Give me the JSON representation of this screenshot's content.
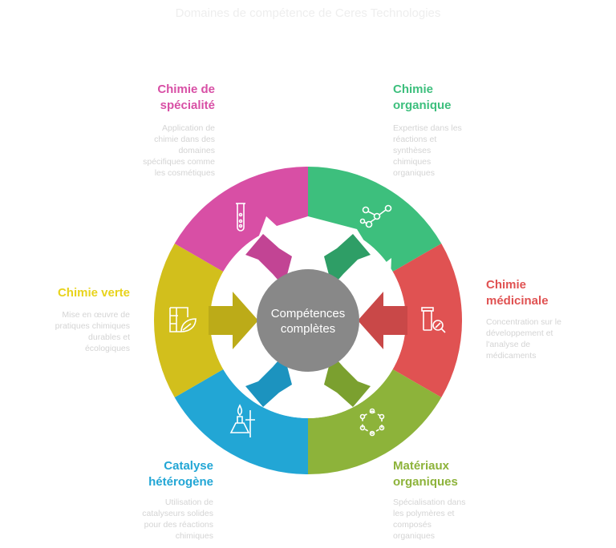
{
  "title": "Domaines de compétence de Ceres Technologies",
  "center": {
    "line1": "Compétences",
    "line2": "complètes"
  },
  "segments": [
    {
      "id": "chimie-organique",
      "title_lines": [
        "Chimie",
        "organique"
      ],
      "desc_lines": [
        "Expertise dans les",
        "réactions et",
        "synthèses",
        "chimiques",
        "organiques"
      ],
      "color": "#3bbf7d",
      "icon": "molecule-icon"
    },
    {
      "id": "chimie-medicinale",
      "title_lines": [
        "Chimie",
        "médicinale"
      ],
      "desc_lines": [
        "Concentration sur le",
        "développement et",
        "l'analyse de",
        "médicaments"
      ],
      "color": "#e05252",
      "icon": "medicine-jar-icon"
    },
    {
      "id": "materiaux-organiques",
      "title_lines": [
        "Matériaux",
        "organiques"
      ],
      "desc_lines": [
        "Spécialisation dans",
        "les polymères et",
        "composés",
        "organiques"
      ],
      "color": "#8db33a",
      "icon": "hexagon-molecule-icon"
    },
    {
      "id": "catalyse-heterogene",
      "title_lines": [
        "Catalyse",
        "hétérogène"
      ],
      "desc_lines": [
        "Utilisation de",
        "catalyseurs solides",
        "pour des réactions",
        "chimiques"
      ],
      "color": "#22a8d6",
      "icon": "bunsen-burner-icon"
    },
    {
      "id": "chimie-verte",
      "title_lines": [
        "Chimie verte"
      ],
      "desc_lines": [
        "Mise en œuvre de",
        "pratiques chimiques",
        "durables et",
        "écologiques"
      ],
      "color": "#d4c21c",
      "icon": "eco-building-icon"
    },
    {
      "id": "chimie-de-specialite",
      "title_lines": [
        "Chimie de",
        "spécialité"
      ],
      "desc_lines": [
        "Application de",
        "chimie dans des",
        "domaines",
        "spécifiques comme",
        "les cosmétiques"
      ],
      "color": "#d84fa5",
      "icon": "test-tube-icon"
    }
  ]
}
